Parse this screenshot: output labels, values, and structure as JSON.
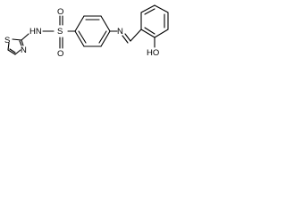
{
  "molecule": {
    "labels": {
      "sulfonamide_nh": "HN",
      "sulfur": "S",
      "sulfonyl_o_top": "O",
      "sulfonyl_o_bottom": "O",
      "thiazole_n": "N",
      "thiazole_s": "S",
      "imine_n": "N",
      "hydroxyl": "HO"
    }
  }
}
